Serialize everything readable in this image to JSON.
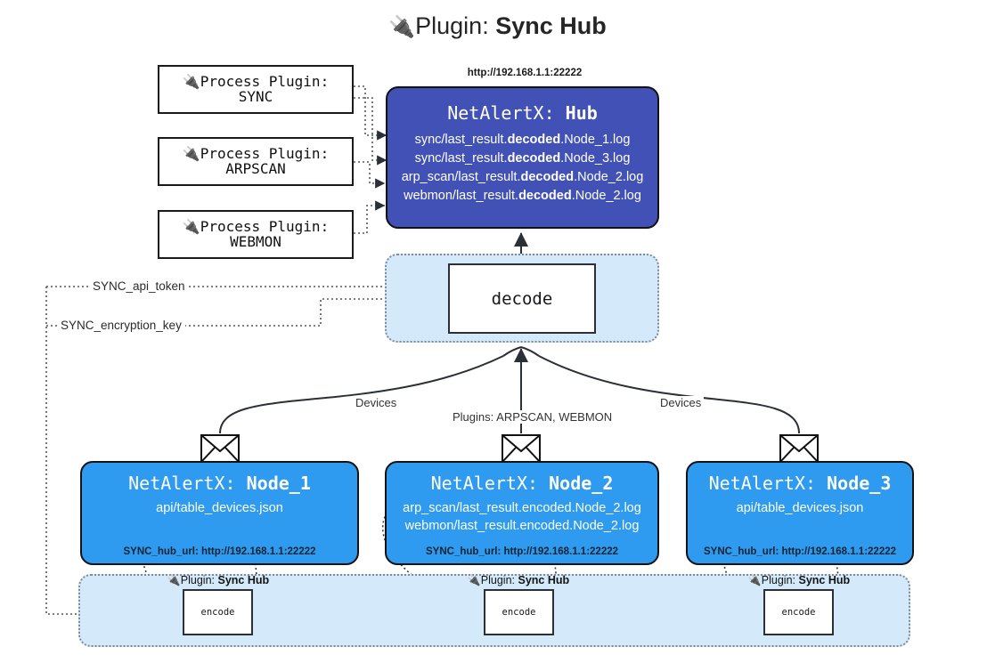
{
  "title": {
    "icon": "plug-icon",
    "glyph": "🔌",
    "prefix": "Plugin:",
    "name": "Sync Hub"
  },
  "colors": {
    "hub": "#4251b5",
    "node": "#2e9bf0",
    "group": "#d4e9fa",
    "border": "#121212",
    "edge": "#2b2f36"
  },
  "process_plugins": [
    {
      "glyph": "🔌",
      "line1": "Process Plugin:",
      "line2": "SYNC"
    },
    {
      "glyph": "🔌",
      "line1": "Process Plugin:",
      "line2": "ARPSCAN"
    },
    {
      "glyph": "🔌",
      "line1": "Process Plugin:",
      "line2": "WEBMON"
    }
  ],
  "hub": {
    "url": "http://192.168.1.1:22222",
    "title_prefix": "NetAlertX:",
    "title_name": "Hub",
    "logs": [
      {
        "pre": "sync/last_result.",
        "mid": "decoded",
        "post": ".Node_1.log"
      },
      {
        "pre": "sync/last_result.",
        "mid": "decoded",
        "post": ".Node_3.log"
      },
      {
        "pre": "arp_scan/last_result.",
        "mid": "decoded",
        "post": ".Node_2.log"
      },
      {
        "pre": "webmon/last_result.",
        "mid": "decoded",
        "post": ".Node_2.log"
      }
    ]
  },
  "decode": {
    "label": "decode"
  },
  "secrets": [
    {
      "label": "SYNC_api_token"
    },
    {
      "label": "SYNC_encryption_key"
    }
  ],
  "edge_labels": {
    "devices_left": "Devices",
    "devices_right": "Devices",
    "plugins_center": "Plugins: ARPSCAN, WEBMON"
  },
  "nodes": [
    {
      "title_prefix": "NetAlertX:",
      "title_name": "Node_1",
      "lines": [
        "api/table_devices.json"
      ],
      "hub_url": "SYNC_hub_url: http://192.168.1.1:22222",
      "envelope_icon": "envelope-icon"
    },
    {
      "title_prefix": "NetAlertX:",
      "title_name": "Node_2",
      "lines": [
        "arp_scan/last_result.encoded.Node_2.log",
        "webmon/last_result.encoded.Node_2.log"
      ],
      "hub_url": "SYNC_hub_url: http://192.168.1.1:22222",
      "envelope_icon": "envelope-icon"
    },
    {
      "title_prefix": "NetAlertX:",
      "title_name": "Node_3",
      "lines": [
        "api/table_devices.json"
      ],
      "hub_url": "SYNC_hub_url: http://192.168.1.1:22222",
      "envelope_icon": "envelope-icon"
    }
  ],
  "encoders": [
    {
      "glyph": "🔌",
      "caption_prefix": "Plugin:",
      "caption_name": "Sync Hub",
      "label": "encode"
    },
    {
      "glyph": "🔌",
      "caption_prefix": "Plugin:",
      "caption_name": "Sync Hub",
      "label": "encode"
    },
    {
      "glyph": "🔌",
      "caption_prefix": "Plugin:",
      "caption_name": "Sync Hub",
      "label": "encode"
    }
  ]
}
